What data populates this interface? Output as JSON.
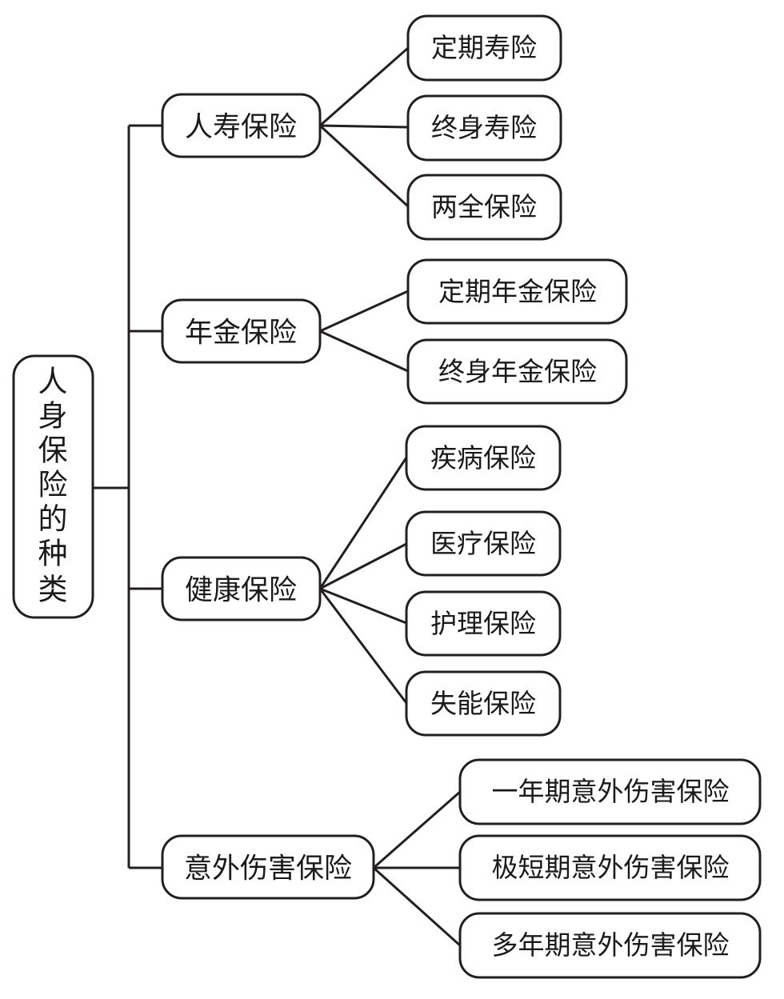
{
  "diagram": {
    "type": "tree",
    "orientation": "left-to-right",
    "title": "人身保险的种类",
    "style": {
      "node_fill": "#ffffff",
      "node_stroke": "#231f20",
      "text_color": "#1a1a1a",
      "background": "#ffffff",
      "node_shape": "rounded-rectangle",
      "stroke_width": 3
    },
    "root": {
      "label": "人身保险的种类",
      "text_orientation": "vertical",
      "characters": [
        "人",
        "身",
        "保",
        "险",
        "的",
        "种",
        "类"
      ]
    },
    "branches": [
      {
        "label": "人寿保险",
        "children": [
          {
            "label": "定期寿险"
          },
          {
            "label": "终身寿险"
          },
          {
            "label": "两全保险"
          }
        ]
      },
      {
        "label": "年金保险",
        "children": [
          {
            "label": "定期年金保险"
          },
          {
            "label": "终身年金保险"
          }
        ]
      },
      {
        "label": "健康保险",
        "children": [
          {
            "label": "疾病保险"
          },
          {
            "label": "医疗保险"
          },
          {
            "label": "护理保险"
          },
          {
            "label": "失能保险"
          }
        ]
      },
      {
        "label": "意外伤害保险",
        "children": [
          {
            "label": "一年期意外伤害保险"
          },
          {
            "label": "极短期意外伤害保险"
          },
          {
            "label": "多年期意外伤害保险"
          }
        ]
      }
    ]
  }
}
